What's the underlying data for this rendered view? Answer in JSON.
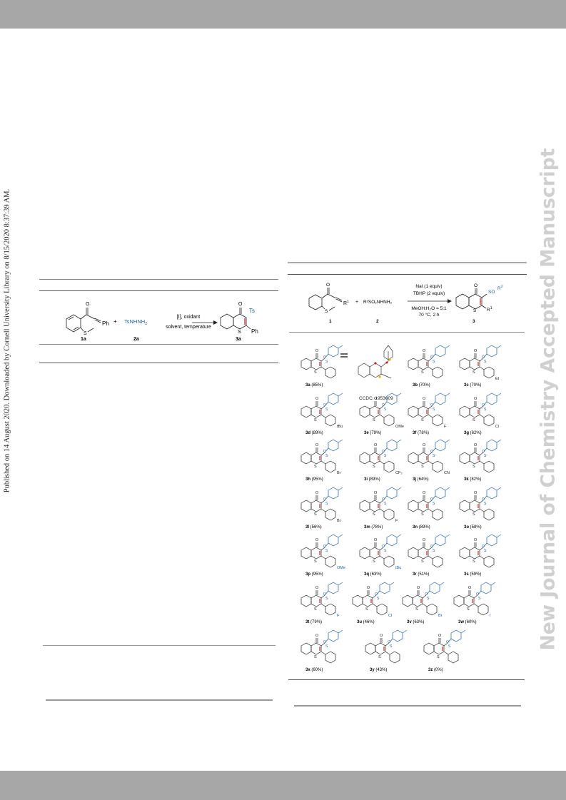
{
  "side_left_text": "Published on 14 August 2020. Downloaded by Cornell University Library on 8/15/2020 8:37:39 AM.",
  "side_right_text": "New Journal of Chemistry Accepted Manuscript",
  "scheme1": {
    "reactant1": "1a",
    "plus": "+",
    "reagent": "TsNHNH",
    "reagent_sub": "2",
    "reagent_label": "2a",
    "condition_top": "[I], oxidant",
    "condition_bottom": "solvent, temperature",
    "product_label": "3a",
    "ph": "Ph",
    "ts": "Ts",
    "o": "O",
    "s": "S"
  },
  "scheme2": {
    "reactant_label": "1",
    "reagent": "R²SO₂NHNH₂",
    "reagent_label": "2",
    "cond1": "NaI (1 equiv)",
    "cond2": "TBHP (2 equiv)",
    "cond3": "MeOH:H₂O = 5:1",
    "cond4": "70 °C, 2 h",
    "product_label": "3",
    "r1": "R",
    "r2": "R"
  },
  "xray_label": "CCDC: 1953609",
  "compounds": [
    {
      "id": "3a",
      "yield": "(85%)",
      "sub": ""
    },
    {
      "id": "3b",
      "yield": "(70%)",
      "sub": ""
    },
    {
      "id": "3c",
      "yield": "(70%)",
      "sub": "Et"
    },
    {
      "id": "3d",
      "yield": "(89%)",
      "sub": "tBu"
    },
    {
      "id": "3e",
      "yield": "(79%)",
      "sub": "OMe"
    },
    {
      "id": "3f",
      "yield": "(78%)",
      "sub": "F"
    },
    {
      "id": "3g",
      "yield": "(62%)",
      "sub": "Cl"
    },
    {
      "id": "3h",
      "yield": "(95%)",
      "sub": "Br"
    },
    {
      "id": "3i",
      "yield": "(89%)",
      "sub": "CF₃"
    },
    {
      "id": "3j",
      "yield": "(64%)",
      "sub": "CN"
    },
    {
      "id": "3k",
      "yield": "(82%)",
      "sub": ""
    },
    {
      "id": "3l",
      "yield": "(56%)",
      "sub": "Br"
    },
    {
      "id": "3m",
      "yield": "(78%)",
      "sub": "F"
    },
    {
      "id": "3n",
      "yield": "(89%)",
      "sub": ""
    },
    {
      "id": "3o",
      "yield": "(58%)",
      "sub": ""
    },
    {
      "id": "3p",
      "yield": "(95%)",
      "sub": "OMe"
    },
    {
      "id": "3q",
      "yield": "(63%)",
      "sub": "tBu"
    },
    {
      "id": "3r",
      "yield": "(51%)",
      "sub": ""
    },
    {
      "id": "3s",
      "yield": "(59%)",
      "sub": ""
    },
    {
      "id": "3t",
      "yield": "(79%)",
      "sub": "F"
    },
    {
      "id": "3u",
      "yield": "(46%)",
      "sub": "Cl"
    },
    {
      "id": "3v",
      "yield": "(63%)",
      "sub": "Br"
    },
    {
      "id": "3w",
      "yield": "(60%)",
      "sub": "I"
    },
    {
      "id": "3x",
      "yield": "(60%)",
      "sub": ""
    },
    {
      "id": "3y",
      "yield": "(43%)",
      "sub": ""
    },
    {
      "id": "3z",
      "yield": "(0%)",
      "sub": ""
    }
  ],
  "colors": {
    "band": "#a7a7a7",
    "bond": "#222222",
    "blue": "#1f5fa8",
    "red": "#c0141c",
    "watermark": "#d0d0d0"
  }
}
